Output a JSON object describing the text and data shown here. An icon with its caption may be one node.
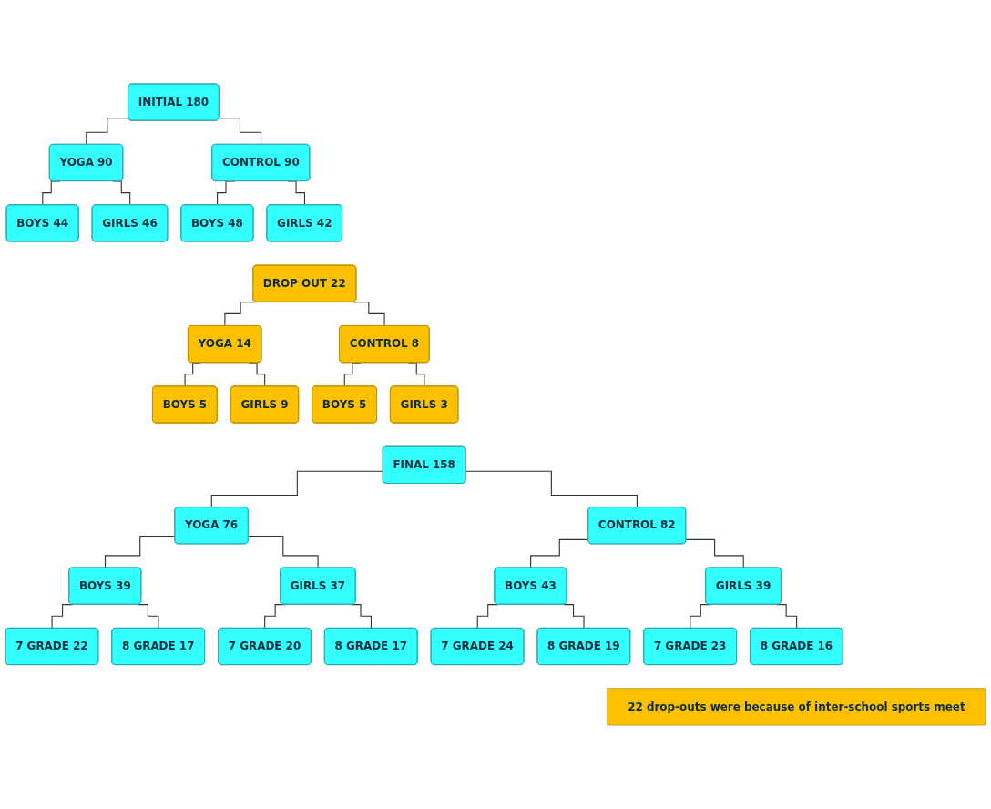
{
  "diagram": {
    "nodes": [
      {
        "text": [
          "INITIAL 180"
        ]
      },
      {
        "text": [
          "YOGA 90"
        ]
      },
      {
        "text": [
          "BOYS 44"
        ]
      },
      {
        "text": [
          "GIRLS 46"
        ]
      },
      {
        "text": [
          "CONTROL 90"
        ]
      },
      {
        "text": [
          "BOYS 48"
        ]
      },
      {
        "text": [
          "GIRLS 42"
        ]
      },
      {
        "text": [
          "DROP OUT 22"
        ]
      },
      {
        "text": [
          "YOGA 14"
        ]
      },
      {
        "text": [
          "BOYS 5"
        ]
      },
      {
        "text": [
          "GIRLS 9"
        ]
      },
      {
        "text": [
          "CONTROL 8"
        ]
      },
      {
        "text": [
          "BOYS 5"
        ]
      },
      {
        "text": [
          "GIRLS 3"
        ]
      },
      {
        "text": [
          "FINAL 158"
        ]
      },
      {
        "text": [
          "YOGA 76"
        ]
      },
      {
        "text": [
          "BOYS 39"
        ]
      },
      {
        "text": [
          "GIRLS 37"
        ]
      },
      {
        "text": [
          "7 GRADE 22"
        ]
      },
      {
        "text": [
          "8 GRADE 17"
        ]
      },
      {
        "text": [
          "7 GRADE 20"
        ]
      },
      {
        "text": [
          "8 GRADE 17"
        ]
      },
      {
        "text": [
          "CONTROL 82"
        ]
      },
      {
        "text": [
          "BOYS 43"
        ]
      },
      {
        "text": [
          "GIRLS 39"
        ]
      },
      {
        "text": [
          "7 GRADE 24"
        ]
      },
      {
        "text": [
          "8 GRADE 19"
        ]
      },
      {
        "text": [
          "7 GRADE 23"
        ]
      },
      {
        "text": [
          "8 GRADE 16"
        ]
      },
      {
        "text": [
          "22 drop-outs were because of inter-school sports meet"
        ]
      }
    ],
    "edges": [
      {
        "from": 0,
        "to": 1,
        "arrow": "none"
      },
      {
        "from": 0,
        "to": 4,
        "arrow": "none"
      },
      {
        "from": 1,
        "to": 2,
        "arrow": "none"
      },
      {
        "from": 1,
        "to": 3,
        "arrow": "none"
      },
      {
        "from": 4,
        "to": 5,
        "arrow": "none"
      },
      {
        "from": 4,
        "to": 6,
        "arrow": "none"
      },
      {
        "from": 7,
        "to": 8,
        "arrow": "none"
      },
      {
        "from": 7,
        "to": 11,
        "arrow": "none"
      },
      {
        "from": 8,
        "to": 9,
        "arrow": "none"
      },
      {
        "from": 8,
        "to": 10,
        "arrow": "none"
      },
      {
        "from": 11,
        "to": 12,
        "arrow": "none"
      },
      {
        "from": 11,
        "to": 13,
        "arrow": "none"
      },
      {
        "from": 14,
        "to": 15,
        "arrow": "none"
      },
      {
        "from": 14,
        "to": 22,
        "arrow": "none"
      },
      {
        "from": 15,
        "to": 16,
        "arrow": "none"
      },
      {
        "from": 15,
        "to": 17,
        "arrow": "none"
      },
      {
        "from": 16,
        "to": 18,
        "arrow": "none"
      },
      {
        "from": 16,
        "to": 19,
        "arrow": "none"
      },
      {
        "from": 17,
        "to": 20,
        "arrow": "none"
      },
      {
        "from": 17,
        "to": 21,
        "arrow": "none"
      },
      {
        "from": 22,
        "to": 23,
        "arrow": "none"
      },
      {
        "from": 22,
        "to": 24,
        "arrow": "none"
      },
      {
        "from": 23,
        "to": 25,
        "arrow": "none"
      },
      {
        "from": 23,
        "to": 26,
        "arrow": "none"
      },
      {
        "from": 24,
        "to": 27,
        "arrow": "none"
      },
      {
        "from": 24,
        "to": 28,
        "arrow": "none"
      }
    ]
  }
}
